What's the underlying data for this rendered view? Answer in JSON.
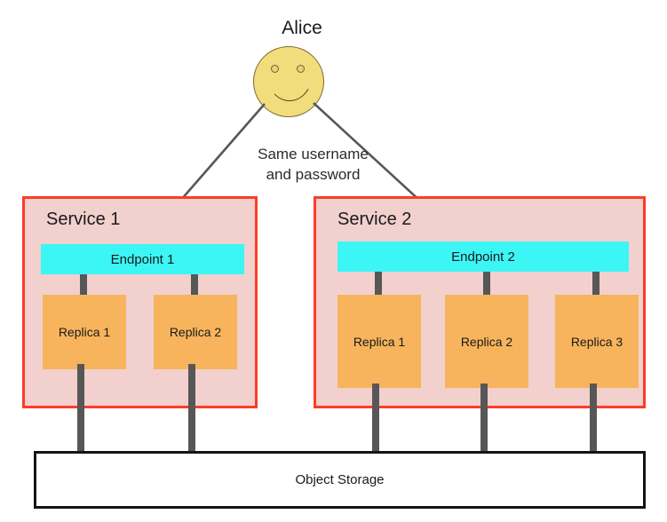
{
  "diagram": {
    "actor": {
      "name": "Alice",
      "icon": "smiley-face-icon",
      "face_color": "#f2dd7c"
    },
    "credentials_note": {
      "line1": "Same username",
      "line2": "and password"
    },
    "services": [
      {
        "title": "Service 1",
        "endpoint": "Endpoint 1",
        "replicas": [
          "Replica 1",
          "Replica 2"
        ]
      },
      {
        "title": "Service 2",
        "endpoint": "Endpoint 2",
        "replicas": [
          "Replica 1",
          "Replica 2",
          "Replica 3"
        ]
      }
    ],
    "storage": {
      "label": "Object Storage"
    },
    "colors": {
      "service_border": "#fc3c28",
      "service_fill": "#f2d0cd",
      "endpoint_fill": "#3cf5f5",
      "replica_fill": "#f7b45c",
      "connector": "#575757",
      "storage_border": "#151515",
      "actor_fill": "#f2dd7c"
    }
  }
}
